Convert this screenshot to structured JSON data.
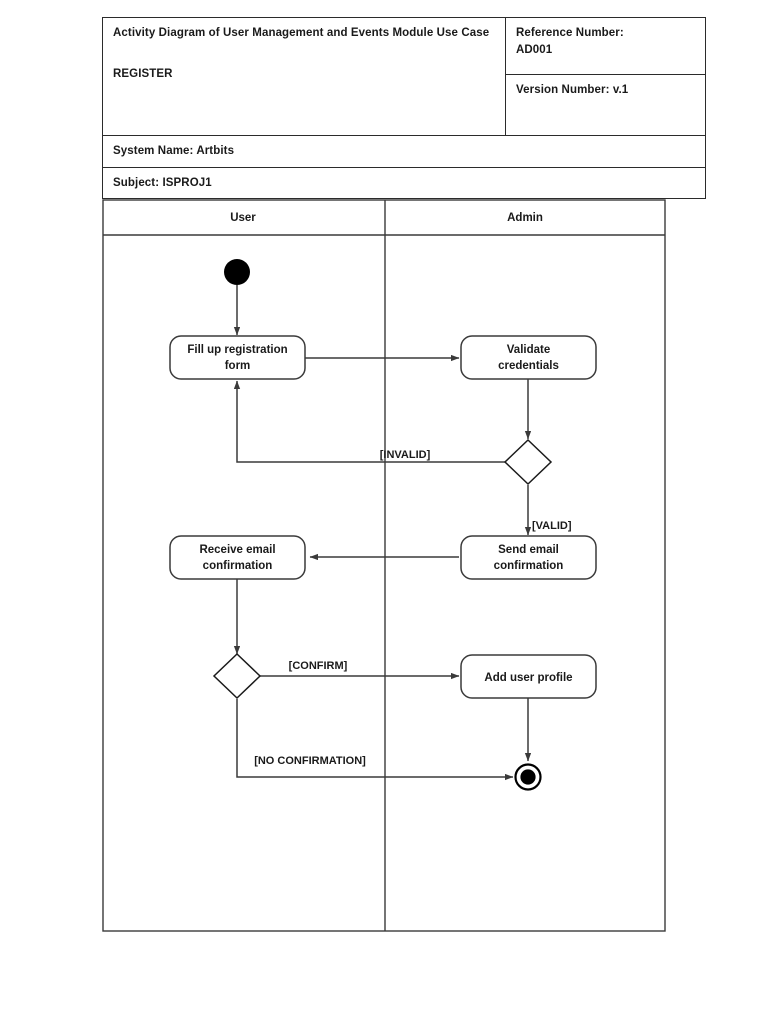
{
  "header": {
    "title": "Activity Diagram of User Management and Events Module Use Case",
    "use_case": "REGISTER",
    "reference_label": "Reference Number:",
    "reference_value": "AD001",
    "version": "Version Number: v.1",
    "system_name": "System Name: Artbits",
    "subject": "Subject: ISPROJ1"
  },
  "diagram": {
    "lanes": [
      {
        "title": "User"
      },
      {
        "title": "Admin"
      }
    ],
    "nodes": [
      {
        "id": "start",
        "type": "initial-node",
        "lane": "User"
      },
      {
        "id": "fill-form",
        "type": "activity",
        "lane": "User",
        "line1": "Fill up registration",
        "line2": "form"
      },
      {
        "id": "validate",
        "type": "activity",
        "lane": "Admin",
        "line1": "Validate",
        "line2": "credentials"
      },
      {
        "id": "decision-credentials",
        "type": "decision",
        "lane": "Admin"
      },
      {
        "id": "send-email",
        "type": "activity",
        "lane": "Admin",
        "line1": "Send email",
        "line2": "confirmation"
      },
      {
        "id": "receive-email",
        "type": "activity",
        "lane": "User",
        "line1": "Receive email",
        "line2": "confirmation"
      },
      {
        "id": "decision-confirmation",
        "type": "decision",
        "lane": "User"
      },
      {
        "id": "add-profile",
        "type": "activity",
        "lane": "Admin",
        "line1": "Add user profile",
        "line2": ""
      },
      {
        "id": "end",
        "type": "final-node",
        "lane": "Admin"
      }
    ],
    "guards": [
      {
        "id": "invalid",
        "label": "[INVALID]"
      },
      {
        "id": "valid",
        "label": "[VALID]"
      },
      {
        "id": "confirm",
        "label": "[CONFIRM]"
      },
      {
        "id": "no-confirmation",
        "label": "[NO CONFIRMATION]"
      }
    ]
  },
  "colors": {
    "stroke": "#3a3a3a",
    "ink": "#1a1a1a",
    "paper": "#ffffff"
  }
}
